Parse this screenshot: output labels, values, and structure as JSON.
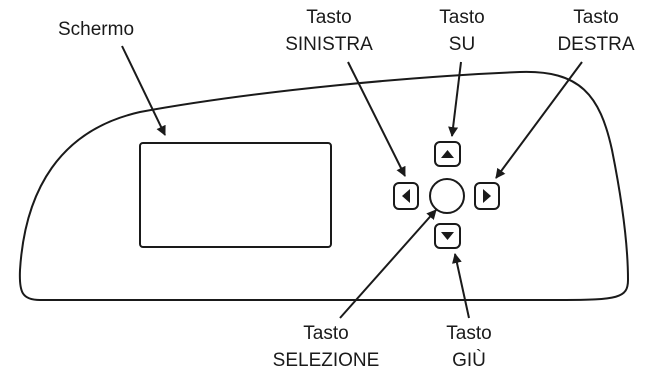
{
  "labels": {
    "schermo": "Schermo",
    "sinistra": [
      "Tasto",
      "SINISTRA"
    ],
    "su": [
      "Tasto",
      "SU"
    ],
    "destra": [
      "Tasto",
      "DESTRA"
    ],
    "selezione": [
      "Tasto",
      "SELEZIONE"
    ],
    "giu": [
      "Tasto",
      "GIÙ"
    ]
  },
  "icons": {
    "up": "triangle-up-icon",
    "down": "triangle-down-icon",
    "left": "triangle-left-icon",
    "right": "triangle-right-icon"
  },
  "colors": {
    "stroke": "#1a1a1a",
    "background": "#ffffff"
  }
}
